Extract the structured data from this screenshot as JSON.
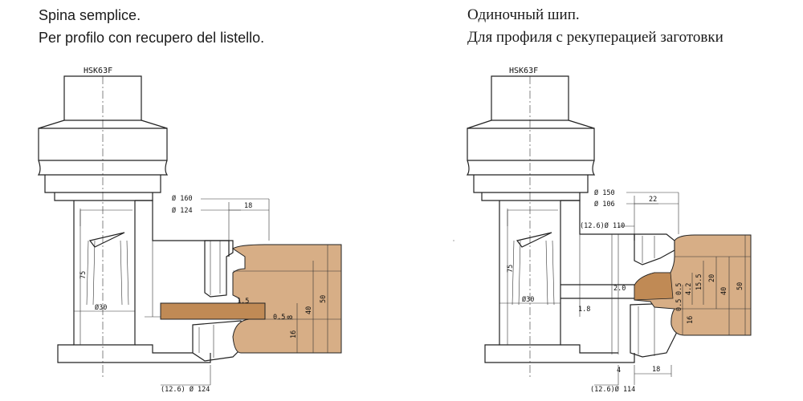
{
  "colors": {
    "wood_main": "#d7ae86",
    "wood_dark": "#c08a55",
    "line": "#222222"
  },
  "left": {
    "title_line1": "Spina semplice.",
    "title_line2": "Per profilo con recupero del listello.",
    "shank": "HSK63F",
    "dims": {
      "d160": "Ø 160",
      "d124": "Ø 124",
      "w18": "18",
      "h75": "75",
      "d30": "Ø30",
      "v15": "1.5",
      "v05": "0.5",
      "v8": "8",
      "v16": "16",
      "v40": "40",
      "v50": "50",
      "bottom": "(12.6) Ø 124"
    }
  },
  "right": {
    "title_line1": "Одиночный шип.",
    "title_line2": "Для профиля с рекуперацией заготовки",
    "shank": "HSK63F",
    "dims": {
      "d150": "Ø 150",
      "d106": "Ø 106",
      "w22": "22",
      "d110": "(12.6)Ø 110",
      "h75": "75",
      "d30": "Ø30",
      "v20": "2.0",
      "v18": "1.8",
      "v05a": "0.5",
      "v05b": "0.5",
      "v42": "4.2",
      "v155": "15.5",
      "v20b": "20",
      "v40": "40",
      "v50": "50",
      "v16": "16",
      "w4": "4",
      "w18": "18",
      "bottom": "(12.6)Ø 114"
    }
  }
}
